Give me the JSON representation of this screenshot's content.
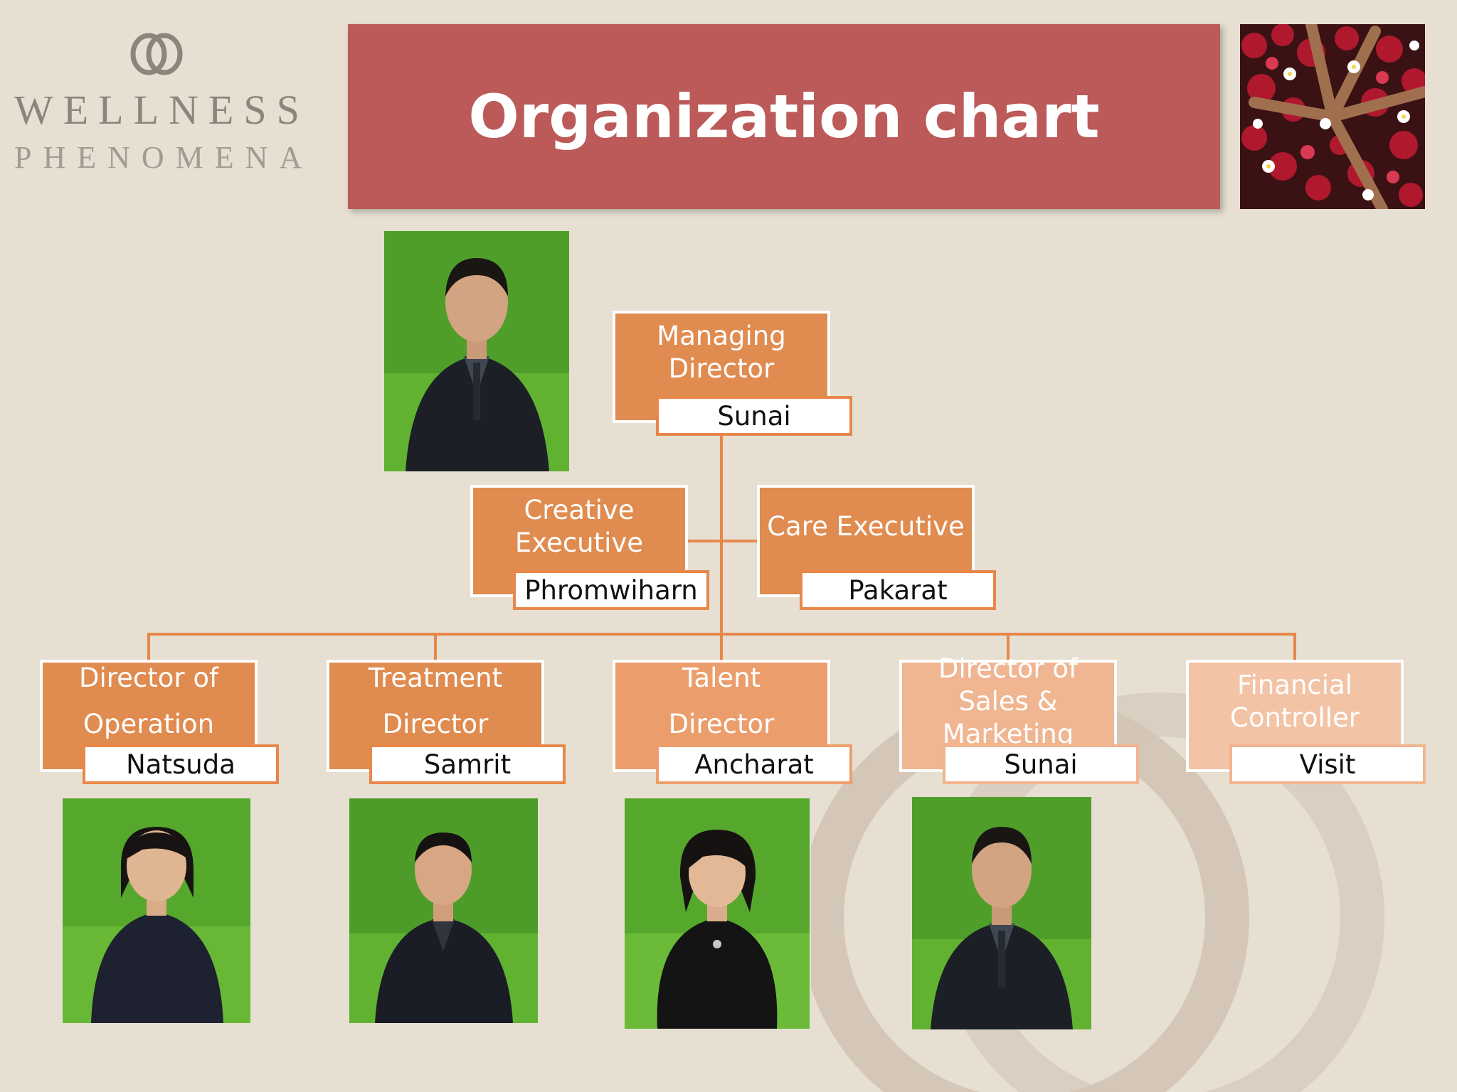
{
  "logo": {
    "line1": "WELLNESS",
    "line2": "PHENOMENA"
  },
  "title": "Organization chart",
  "colors": {
    "background": "#e6dfd2",
    "banner": "#bb5a58",
    "box_dark": "#e08b4f",
    "box_light": "#f0b591",
    "connector": "#e8874a"
  },
  "org": {
    "managing": {
      "role": "Managing Director",
      "name": "Sunai"
    },
    "creative": {
      "role": "Creative Executive",
      "name": "Phromwiharn"
    },
    "care": {
      "role": "Care Executive",
      "name": "Pakarat"
    },
    "operation": {
      "role_line1": "Director of",
      "role_line2": "Operation",
      "name": "Natsuda"
    },
    "treatment": {
      "role_line1": "Treatment",
      "role_line2": "Director",
      "name": "Samrit"
    },
    "talent": {
      "role_line1": "Talent",
      "role_line2": "Director",
      "name": "Ancharat"
    },
    "sales": {
      "role": "Director of Sales & Marketing",
      "name": "Sunai"
    },
    "finance": {
      "role": "Financial Controller",
      "name": "Visit"
    }
  }
}
